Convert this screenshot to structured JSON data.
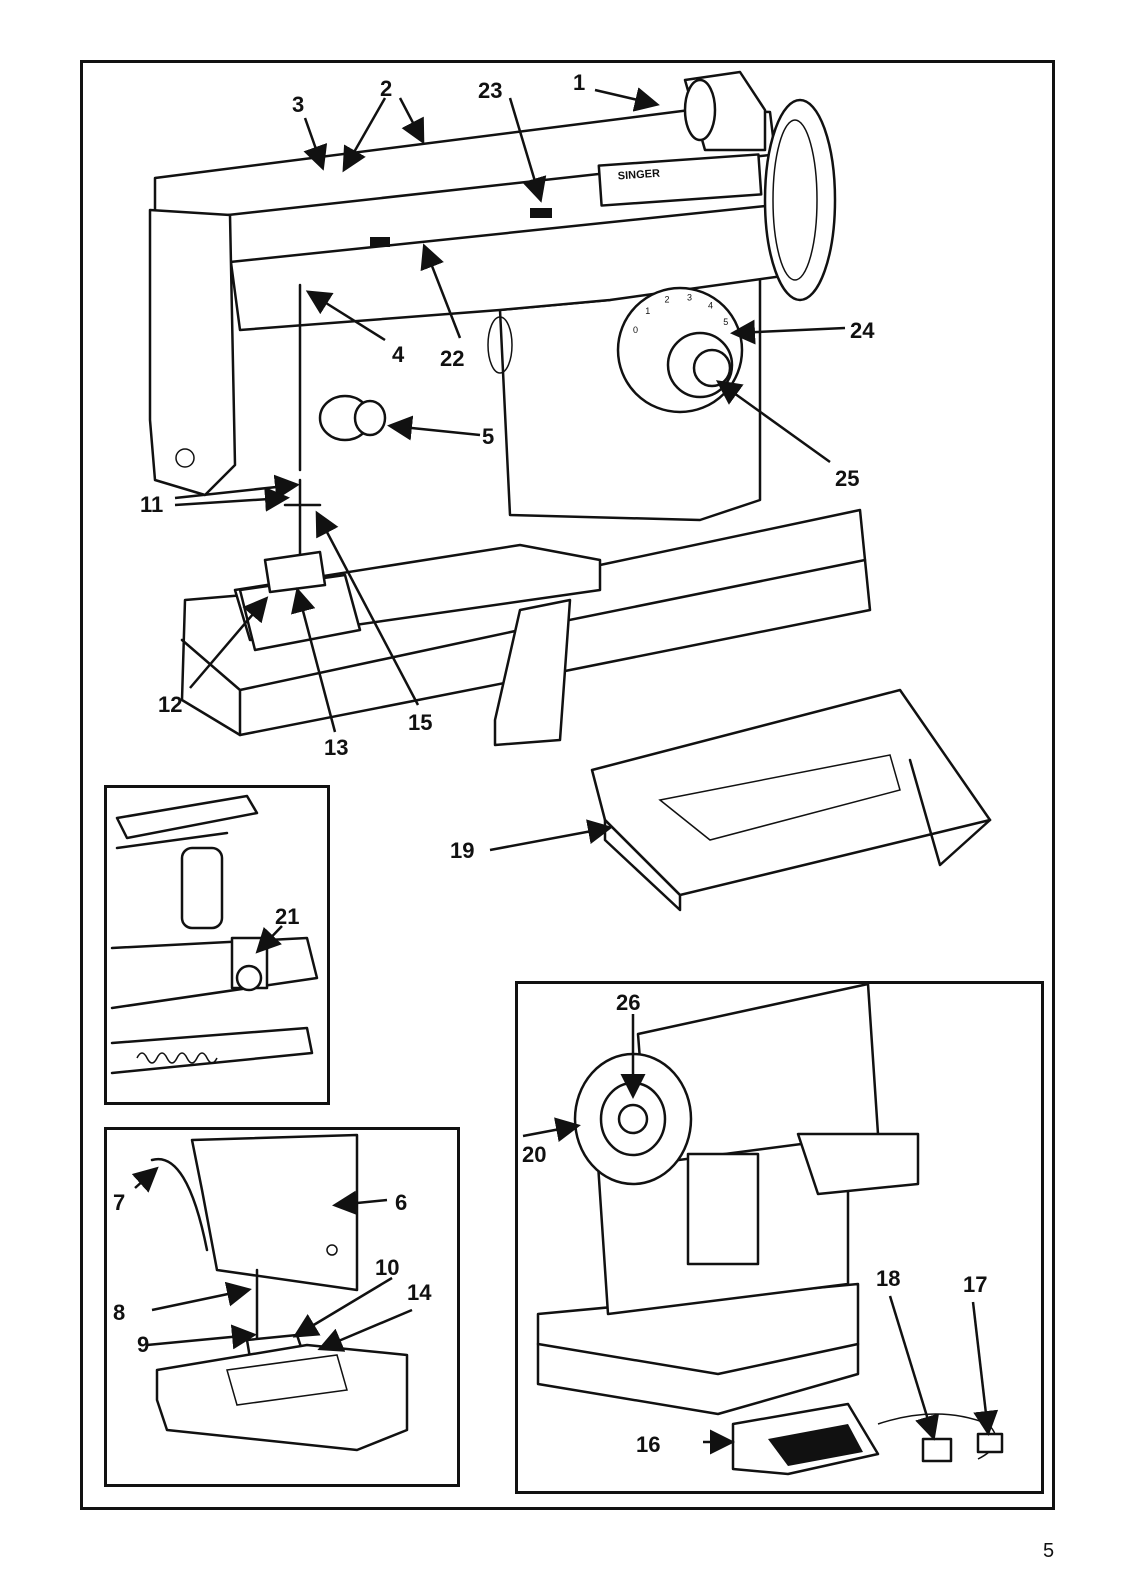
{
  "page_number": "5",
  "callouts": {
    "c1": "1",
    "c2": "2",
    "c3": "3",
    "c4": "4",
    "c5": "5",
    "c6": "6",
    "c7": "7",
    "c8": "8",
    "c9": "9",
    "c10": "10",
    "c11": "11",
    "c12": "12",
    "c13": "13",
    "c14": "14",
    "c15": "15",
    "c16": "16",
    "c17": "17",
    "c18": "18",
    "c19": "19",
    "c20": "20",
    "c21": "21",
    "c22": "22",
    "c23": "23",
    "c24": "24",
    "c25": "25",
    "c26": "26"
  },
  "machine": {
    "brand": "SINGER",
    "dial_numbers": [
      "0",
      "1",
      "2",
      "3",
      "4",
      "5"
    ]
  }
}
